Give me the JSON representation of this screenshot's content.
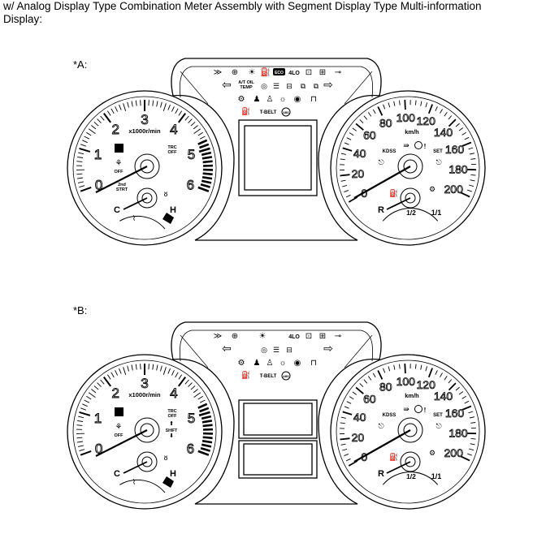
{
  "title": "w/ Analog Display Type Combination Meter Assembly with Segment Display Type Multi-information Display:",
  "panels": [
    {
      "label": "*A:",
      "variant": "A",
      "tach": {
        "unit": "x1000r/min",
        "numbers": [
          "0",
          "1",
          "2",
          "3",
          "4",
          "5",
          "6"
        ],
        "labels": {
          "trc_off_1": "TRC",
          "trc_off_2": "OFF",
          "vsc_off": "OFF",
          "second_start_1": "2nd",
          "second_start_2": "STRT"
        },
        "temp": {
          "cold": "C",
          "hot": "H"
        }
      },
      "speedo": {
        "unit": "km/h",
        "numbers": [
          "0",
          "20",
          "40",
          "60",
          "80",
          "100",
          "120",
          "140",
          "160",
          "180",
          "200"
        ],
        "labels": {
          "kdss": "KDSS",
          "set": "SET",
          "exclaim": "!"
        },
        "fuel": {
          "reserve": "R",
          "half": "1/2",
          "full": "1/1"
        }
      },
      "center": {
        "top_row_text": "4LO",
        "eco": "ECO",
        "at_oil_1": "A/T OIL",
        "at_oil_2": "TEMP",
        "tbelt": "T-BELT",
        "abs": "ABS"
      }
    },
    {
      "label": "*B:",
      "variant": "B",
      "tach": {
        "unit": "x1000r/min",
        "numbers": [
          "0",
          "1",
          "2",
          "3",
          "4",
          "5",
          "6"
        ],
        "labels": {
          "trc_off_1": "TRC",
          "trc_off_2": "OFF",
          "vsc_off": "OFF",
          "shift": "SHIFT"
        },
        "temp": {
          "cold": "C",
          "hot": "H"
        }
      },
      "speedo": {
        "unit": "km/h",
        "numbers": [
          "0",
          "20",
          "40",
          "60",
          "80",
          "100",
          "120",
          "140",
          "160",
          "180",
          "200"
        ],
        "labels": {
          "kdss": "KDSS",
          "set": "SET",
          "exclaim": "!"
        },
        "fuel": {
          "reserve": "R",
          "half": "1/2",
          "full": "1/1"
        }
      },
      "center": {
        "top_row_text": "4LO",
        "tbelt": "T-BELT",
        "abs": "ABS"
      }
    }
  ]
}
